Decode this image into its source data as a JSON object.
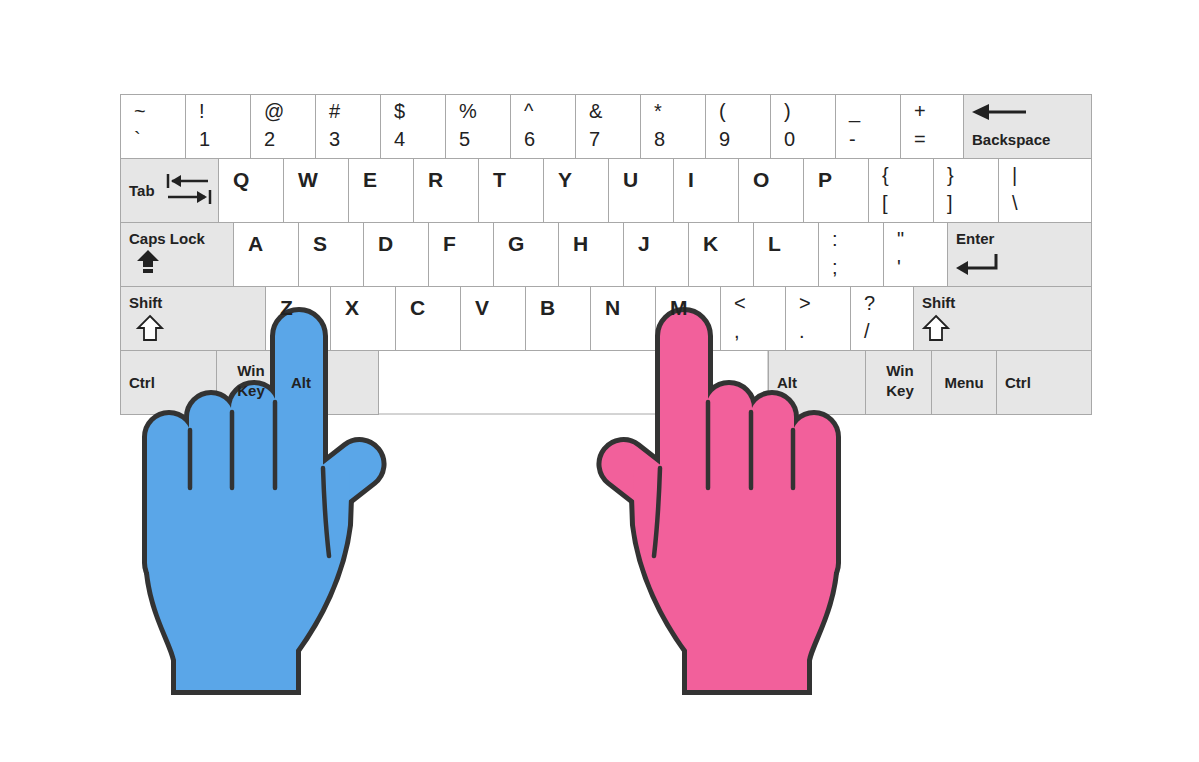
{
  "diagram": {
    "nodes": [
      {
        "text": [
          "~",
          "`"
        ]
      },
      {
        "text": [
          "!",
          "1"
        ]
      },
      {
        "text": [
          "@",
          "2"
        ]
      },
      {
        "text": [
          "#",
          "3"
        ]
      },
      {
        "text": [
          "$",
          "4"
        ]
      },
      {
        "text": [
          "%",
          "5"
        ]
      },
      {
        "text": [
          "^",
          "6"
        ]
      },
      {
        "text": [
          "&",
          "7"
        ]
      },
      {
        "text": [
          "*",
          "8"
        ]
      },
      {
        "text": [
          "(",
          "9"
        ]
      },
      {
        "text": [
          ")",
          "0"
        ]
      },
      {
        "text": [
          "_",
          "-"
        ]
      },
      {
        "text": [
          "+",
          "="
        ]
      },
      {
        "text": [
          "Backspace"
        ]
      },
      {
        "text": [
          "Tab"
        ]
      },
      {
        "text": [
          "Q"
        ]
      },
      {
        "text": [
          "W"
        ]
      },
      {
        "text": [
          "E"
        ]
      },
      {
        "text": [
          "R"
        ]
      },
      {
        "text": [
          "T"
        ]
      },
      {
        "text": [
          "Y"
        ]
      },
      {
        "text": [
          "U"
        ]
      },
      {
        "text": [
          "I"
        ]
      },
      {
        "text": [
          "O"
        ]
      },
      {
        "text": [
          "P"
        ]
      },
      {
        "text": [
          "{",
          "["
        ]
      },
      {
        "text": [
          "}",
          "]"
        ]
      },
      {
        "text": [
          "|",
          "\\"
        ]
      },
      {
        "text": [
          "Caps Lock"
        ]
      },
      {
        "text": [
          "A"
        ]
      },
      {
        "text": [
          "S"
        ]
      },
      {
        "text": [
          "D"
        ]
      },
      {
        "text": [
          "F"
        ]
      },
      {
        "text": [
          "G"
        ]
      },
      {
        "text": [
          "H"
        ]
      },
      {
        "text": [
          "J"
        ]
      },
      {
        "text": [
          "K"
        ]
      },
      {
        "text": [
          "L"
        ]
      },
      {
        "text": [
          ":",
          ";"
        ]
      },
      {
        "text": [
          "\"",
          "'"
        ]
      },
      {
        "text": [
          "Enter"
        ]
      },
      {
        "text": [
          "Shift"
        ]
      },
      {
        "text": [
          "Z"
        ]
      },
      {
        "text": [
          "X"
        ]
      },
      {
        "text": [
          "C"
        ]
      },
      {
        "text": [
          "V"
        ]
      },
      {
        "text": [
          "B"
        ]
      },
      {
        "text": [
          "N"
        ]
      },
      {
        "text": [
          "M"
        ]
      },
      {
        "text": [
          "<",
          ","
        ]
      },
      {
        "text": [
          ">",
          "."
        ]
      },
      {
        "text": [
          "?",
          "/"
        ]
      },
      {
        "text": [
          "Shift"
        ]
      },
      {
        "text": [
          "Ctrl"
        ]
      },
      {
        "text": [
          "Win Key"
        ]
      },
      {
        "text": [
          "Alt"
        ]
      },
      {
        "text": [
          "Alt"
        ]
      },
      {
        "text": [
          "Win Key"
        ]
      },
      {
        "text": [
          "Menu"
        ]
      },
      {
        "text": [
          "Ctrl"
        ]
      }
    ]
  }
}
